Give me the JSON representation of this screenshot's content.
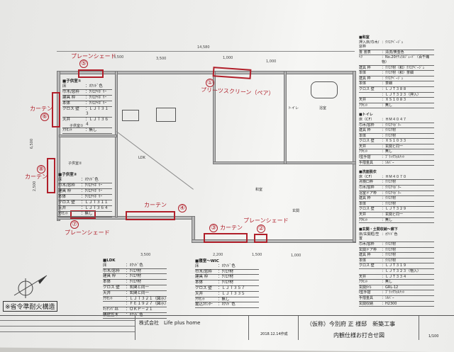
{
  "dimensions": {
    "total_width": "14,580",
    "d1": "3,500",
    "d2": "3,500",
    "d3": "1,000",
    "d4": "1,000",
    "bottom1": "3,500",
    "bottom2": "2,200",
    "bottom3": "1,500",
    "bottom4": "1,000",
    "left1": "6,500",
    "left2": "2,500"
  },
  "annotations": [
    {
      "num": "⑤",
      "label": "プレーンシェード"
    },
    {
      "num": "①",
      "label": "プリーツスクリーン（ペア）"
    },
    {
      "num": "⑥",
      "label": "カーテン"
    },
    {
      "num": "⑧",
      "label": "カーテン"
    },
    {
      "num": "⑦",
      "label": "プレーンシェード"
    },
    {
      "num": "④",
      "label": "カーテン"
    },
    {
      "num": "③",
      "label": "カーテン"
    },
    {
      "num": "②",
      "label": "プレーンシェード"
    }
  ],
  "rooms": {
    "child1": "子供室①",
    "child2": "子供室②",
    "ldk": "LDK",
    "washitsu": "和室",
    "entrance": "玄関",
    "toilet": "トイレ",
    "bath": "浴室"
  },
  "specs_left": [
    {
      "title": "■子供室①",
      "rows": [
        [
          "床",
          "：ｵｸｿﾄﾞ色"
        ],
        [
          "巾木/窓枠",
          "：ｸﾘｴｱｲﾎﾞﾘｰ"
        ],
        [
          "建具 枠",
          "：ｸﾘｴｱｲﾎﾞﾘｰ"
        ],
        [
          "本体",
          "：ｸﾘｴｱｲﾎﾞﾘｰ"
        ],
        [
          "クロス 壁",
          "：ＬＪＴ３１３"
        ],
        [
          "天井",
          "：ＬＪＴ３６４"
        ],
        [
          "ｱｸｾﾝﾄ",
          "：無し"
        ]
      ]
    },
    {
      "title": "■子供室②",
      "rows": [
        [
          "床",
          "：ｵｸｿﾄﾞ色"
        ],
        [
          "巾木/窓枠",
          "：ｸﾘｴｱｲﾎﾞﾘｰ"
        ],
        [
          "建具 枠",
          "：ｸﾘｴｱｲﾎﾞﾘｰ"
        ],
        [
          "本体",
          "：ｸﾘｴｱｲﾎﾞﾘｰ"
        ],
        [
          "クロス 壁",
          "：ＬＪＴ３１１"
        ],
        [
          "天井",
          "：ＬＪＴ３６４"
        ],
        [
          "ｱｸｾﾝﾄ",
          "：無し"
        ]
      ]
    }
  ],
  "specs_bottom": [
    {
      "title": "■LDK",
      "rows": [
        [
          "床",
          "：ｵｸｿﾄﾞ色"
        ],
        [
          "巾木/窓枠",
          "：ｸﾘｴｱ材"
        ],
        [
          "建具 枠",
          "：ｸﾘｴｱ材"
        ],
        [
          "本体",
          "：ｸﾘｴｱ材"
        ],
        [
          "クロス 壁",
          "：玄関と同一"
        ],
        [
          "天井",
          "：玄関と同一"
        ],
        [
          "ｱｸｾﾝﾄ",
          "：ＬＪＴ３２１（図示）"
        ],
        [
          "",
          "：ＦＥ１９２７（図示）"
        ],
        [
          "ｷｯﾁﾝﾊﾟﾈﾙ",
          "：ＯＫＰ－２１"
        ],
        [
          "腰壁笠木",
          "：ｵｸｿﾄﾞ色"
        ]
      ]
    },
    {
      "title": "■寝室～WIC",
      "rows": [
        [
          "床",
          "：ｵｸｿﾄﾞ色"
        ],
        [
          "巾木/窓枠",
          "：ｸﾘｴｱ材"
        ],
        [
          "建具 枠",
          "：ｸﾘｴｱ材"
        ],
        [
          "本体",
          "：ｸﾘｴｱ材"
        ],
        [
          "クロス 壁",
          "：ＬＪＴ３５７"
        ],
        [
          "天井",
          "：ＬＪＴ３３５"
        ],
        [
          "ｱｸｾﾝﾄ",
          "：無し"
        ],
        [
          "掘込ｶｳﾝﾀｰ",
          "：ｵｸｿﾄﾞ色"
        ]
      ]
    }
  ],
  "specs_right": [
    {
      "title": "■和室",
      "rows": [
        [
          "押入床/巾木/窓枠",
          "：ｸﾘｴｱﾍﾞｰｼﾞｭ"
        ],
        [
          "畳 畳表",
          "：清流/黄金色"
        ],
        [
          "ﾍﾘ",
          "：No.20ﾅﾁｭﾗﾙｼﾞｭｰﾄﾞ（百千織物）"
        ],
        [
          "建具 枠",
          "：ｸﾘｴｱ材（和）ｸﾘｴｱﾍﾞｰｼﾞｭ"
        ],
        [
          "本体",
          "：ｸﾘｴｱ材（和）茶細"
        ],
        [
          "建具 枠",
          "：ｸﾘｴｱﾍﾞｰｼﾞｭ"
        ],
        [
          "本体",
          "：茶細"
        ],
        [
          "クロス 壁",
          "：ＬＪＴ３８８"
        ],
        [
          "",
          "：ＬＪＴ３２３（押入）"
        ],
        [
          "天井",
          "：ＸＳ１０８３"
        ],
        [
          "ｱｸｾﾝﾄ",
          "：無し"
        ]
      ]
    },
    {
      "title": "■トイレ",
      "rows": [
        [
          "床（CF）",
          "：ＨＭ４０４７"
        ],
        [
          "巾木/窓枠",
          "：ｸﾘｴｱｲﾎﾞﾘｰ"
        ],
        [
          "建具 枠",
          "：ｸﾘｴｱ材"
        ],
        [
          "本体",
          "：ｸﾘｴｱ材"
        ],
        [
          "クロス 壁",
          "：ＸＳ１０３３"
        ],
        [
          "天井",
          "：玄関と同一"
        ],
        [
          "ｱｸｾﾝﾄ",
          "：無し"
        ],
        [
          "I型手摺",
          "：ﾌﾞﾗｯｸｳｫﾙﾅｯﾄ"
        ],
        [
          "手摺金具",
          "：ｼﾙﾊﾞｰ"
        ]
      ]
    },
    {
      "title": "■洗面脱衣",
      "rows": [
        [
          "床（CF）",
          "：ＨＭ４０７０"
        ],
        [
          "点検口枠",
          "：ｸﾘｴｱ材"
        ],
        [
          "巾木/窓枠",
          "：ｸﾘｴｱｲﾎﾞﾘｰ"
        ],
        [
          "浴室ドア枠",
          "：ｸﾘｴｱｲﾎﾞﾘｰ"
        ],
        [
          "建具 枠",
          "：ｸﾘｴｱ材"
        ],
        [
          "本体",
          "：ｸﾘｴｱ材"
        ],
        [
          "クロス 壁",
          "：ＬＪＴ３２９"
        ],
        [
          "天井",
          "：玄関と同一"
        ],
        [
          "ｱｸｾﾝﾄ",
          "：無し"
        ]
      ]
    },
    {
      "title": "■玄関・土間収納～廊下",
      "rows": [
        [
          "床/玄関框/笠置",
          "：ｵｸｿﾄﾞ色"
        ],
        [
          "巾木/窓枠",
          "：ｸﾘｴｱ材"
        ],
        [
          "玄関ドア枠",
          "：ｸﾘｴｱ材"
        ],
        [
          "建具 枠",
          "：ｸﾘｴｱ材"
        ],
        [
          "本体",
          "：ｸﾘｴｱ材"
        ],
        [
          "クロス 壁",
          "：ＬＪＴ３１９"
        ],
        [
          "",
          "：ＬＪＴ３２３（物入）"
        ],
        [
          "天井",
          "：ＬＪＴ３３４"
        ],
        [
          "ｱｸｾﾝﾄ",
          "：無し"
        ],
        [
          "玄関ﾀｲﾙ",
          "：GRL-12"
        ],
        [
          "I型手摺",
          "：ﾌﾞﾗｯｸｳｫﾙﾅｯﾄ"
        ],
        [
          "手摺金具",
          "：ｼﾙﾊﾞｰ"
        ],
        [
          "玄関収納",
          "：H2300"
        ]
      ]
    }
  ],
  "note": "※省令準耐火構造",
  "title_block": {
    "company": "株式会社　Life plus home",
    "project": "（仮称）今別府 正 様邸　新築工事",
    "drawing_name": "内観仕様お打合せ図",
    "date": "2018.12.14作成",
    "scale": "1/100"
  },
  "colors": {
    "markup": "#b01f2a",
    "paper": "#eeeeec"
  }
}
